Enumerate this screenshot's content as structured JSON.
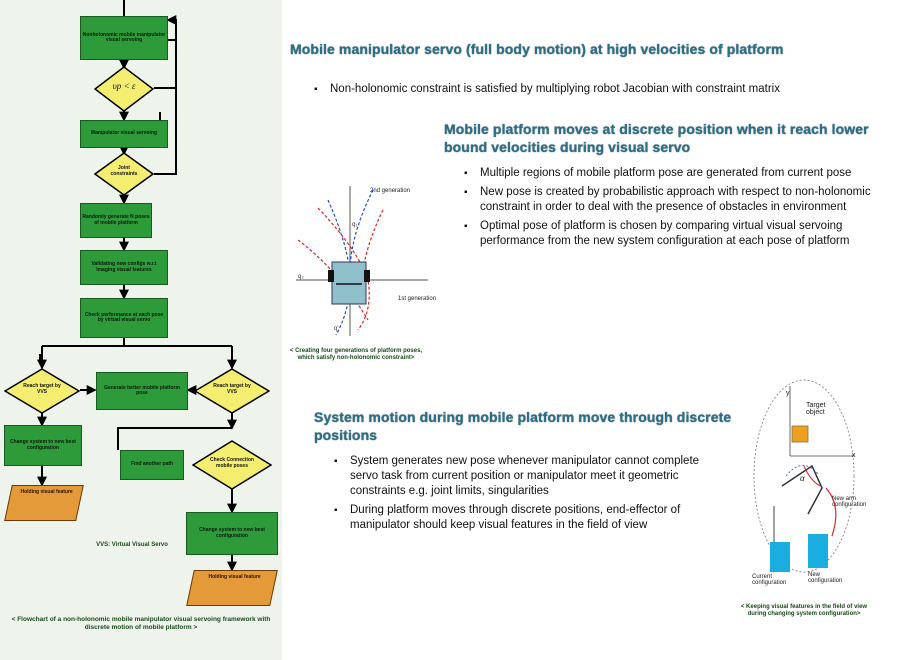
{
  "flowchart": {
    "box1": "Nonholonomic mobile manipulator visual servoing",
    "decision1": "υp < ε",
    "box2": "Manipulator visual servoing",
    "decision2": "Joint constraints",
    "box3": "Randomly generate N poses of mobile platform",
    "box4": "Validating new configs w.r.t Imaging visual features",
    "box5": "Check performance at each pose by virtual visual servo",
    "decision_left": "Reach target by VVS",
    "box_center": "Generate better mobile platform pose",
    "decision_right": "Reach target by VVS",
    "box_left_config": "Change system to new best configuration",
    "box_find_another": "Find another path",
    "decision_center": "Check Connection mobile poses",
    "box_right_config": "Change system to new best configuration",
    "para_left": "Holding visual feature",
    "para_right": "Holding visual feature",
    "vvs_label": "VVS: Virtual Visual Servo",
    "caption": "< Flowchart of a non-holonomic mobile manipulator visual servoing framework with discrete motion of mobile platform >"
  },
  "section1": {
    "heading": "Mobile manipulator servo (full body motion) at high velocities of platform",
    "bullets": [
      "Non-holonomic constraint is satisfied by multiplying robot Jacobian with constraint matrix"
    ]
  },
  "section2": {
    "heading": "Mobile platform moves at discrete position when it reach lower bound velocities during visual servo",
    "bullets": [
      "Multiple regions of mobile platform pose  are generated from current pose",
      "New pose is created by probabilistic approach with respect to non-holonomic constraint in order to deal with the presence of obstacles in environment",
      "Optimal pose of platform is chosen by comparing virtual visual servoing performance from the new system configuration at each pose of platform"
    ]
  },
  "section3": {
    "heading": "System motion during mobile platform move through discrete positions",
    "bullets": [
      "System generates new pose whenever manipulator cannot complete servo task  from current position  or manipulator meet it geometric constraints e.g. joint limits, singularities",
      "During platform moves through discrete positions,  end-effector of manipulator should keep visual features in the field of view"
    ]
  },
  "figure1": {
    "gen2": "2nd generation",
    "gen1": "1st generation",
    "caption": "< Creating four generations of platform poses, which satisfy non-holonomic constraint>"
  },
  "figure2": {
    "target": "Target object",
    "new_arm": "New arm configuration",
    "current": "Current configuration",
    "new": "New configuration",
    "alpha": "α",
    "x": "x",
    "y": "y",
    "caption": "< Keeping visual features in the field of view during changing system configuration>"
  },
  "colors": {
    "heading": "#2d6f86",
    "flow_box": "#2e9b3a",
    "decision": "#f4ee70",
    "parallelogram": "#e59a3a",
    "panel": "#eef3ec"
  }
}
